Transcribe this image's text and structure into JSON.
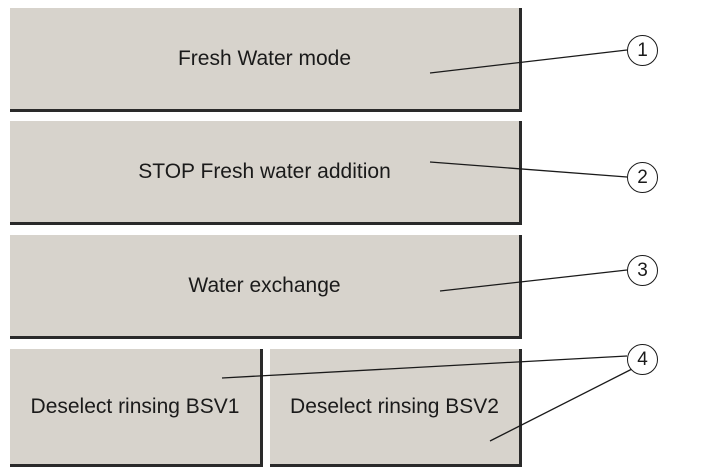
{
  "buttons": {
    "fresh_water_mode": "Fresh Water mode",
    "stop_fresh_water_addition": "STOP Fresh water addition",
    "water_exchange": "Water exchange",
    "deselect_rinsing_bsv1": "Deselect rinsing BSV1",
    "deselect_rinsing_bsv2": "Deselect rinsing BSV2"
  },
  "callouts": [
    "1",
    "2",
    "3",
    "4"
  ],
  "colors": {
    "button_face": "#d7d3cc",
    "button_shadow": "#2a2a2a",
    "text": "#1a1a1a",
    "background": "#ffffff"
  }
}
